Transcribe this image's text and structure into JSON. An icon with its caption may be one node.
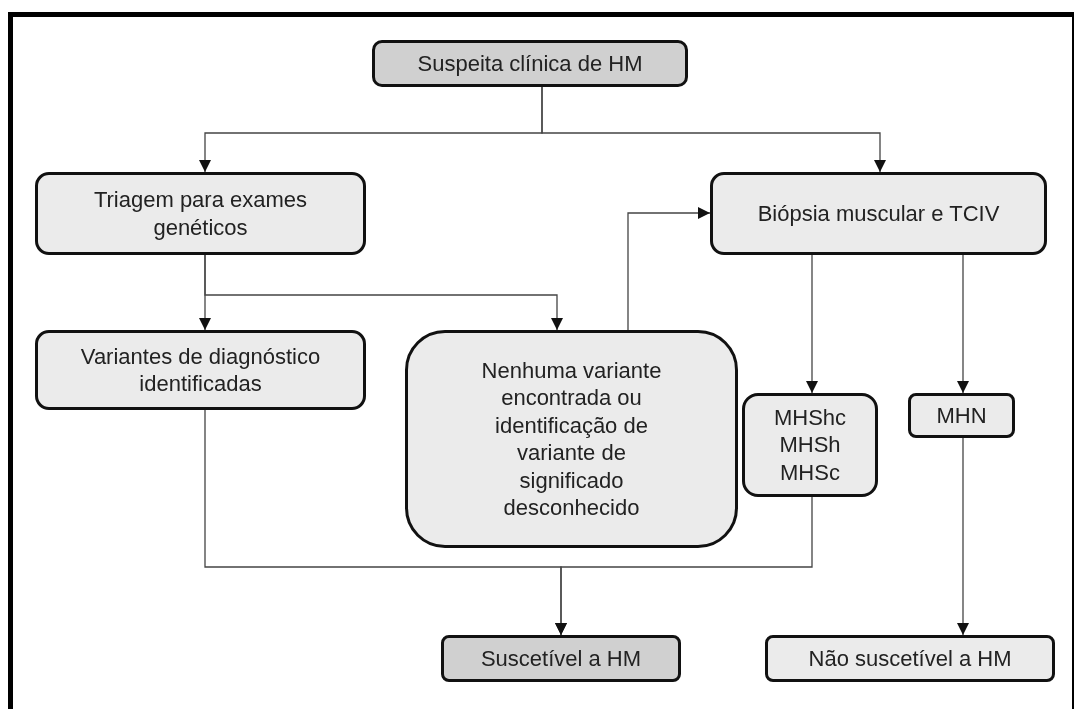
{
  "diagram": {
    "nodes": [
      {
        "text": [
          "Suspeita clínica de HM"
        ]
      },
      {
        "text": [
          "Triagem para exames genéticos"
        ]
      },
      {
        "text": [
          "Biópsia muscular e TCIV"
        ]
      },
      {
        "text": [
          "Variantes de diagnóstico identificadas"
        ]
      },
      {
        "text": [
          "Nenhuma variante encontrada ou identificação de variante de significado desconhecido"
        ]
      },
      {
        "text": [
          "MHShc MHSh MHSc"
        ]
      },
      {
        "text": [
          "MHN"
        ]
      },
      {
        "text": [
          "Suscetível a HM"
        ]
      },
      {
        "text": [
          "Não suscetível a HM"
        ]
      }
    ],
    "edges": [
      {
        "from": 0,
        "to": 1,
        "arrow": "to"
      },
      {
        "from": 0,
        "to": 2,
        "arrow": "to"
      },
      {
        "from": 1,
        "to": 3,
        "arrow": "to"
      },
      {
        "from": 1,
        "to": 4,
        "arrow": "to"
      },
      {
        "from": 4,
        "to": 2,
        "arrow": "to"
      },
      {
        "from": 2,
        "to": 5,
        "arrow": "to"
      },
      {
        "from": 2,
        "to": 6,
        "arrow": "to"
      },
      {
        "from": 3,
        "to": 7,
        "arrow": "to"
      },
      {
        "from": 5,
        "to": 7,
        "arrow": "to"
      },
      {
        "from": 6,
        "to": 8,
        "arrow": "to"
      }
    ]
  }
}
